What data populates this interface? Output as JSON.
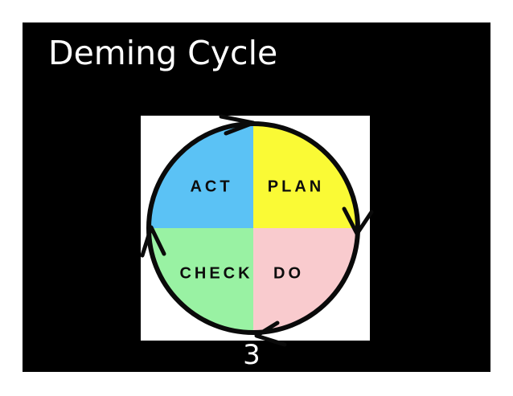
{
  "slide": {
    "title": "Deming Cycle",
    "page_number": "3",
    "background_color": "#000000"
  },
  "diagram": {
    "type": "cycle",
    "direction": "clockwise",
    "panel_background": "#ffffff",
    "outline_color": "#0a0a0a",
    "quadrants": [
      {
        "label": "ACT",
        "position": "top-left",
        "color": "#5bc2f5"
      },
      {
        "label": "PLAN",
        "position": "top-right",
        "color": "#fafa35"
      },
      {
        "label": "CHECK",
        "position": "bottom-left",
        "color": "#99f2a3"
      },
      {
        "label": "DO",
        "position": "bottom-right",
        "color": "#f9cbce"
      }
    ],
    "arrow_positions": [
      "top",
      "right",
      "bottom",
      "left"
    ]
  }
}
